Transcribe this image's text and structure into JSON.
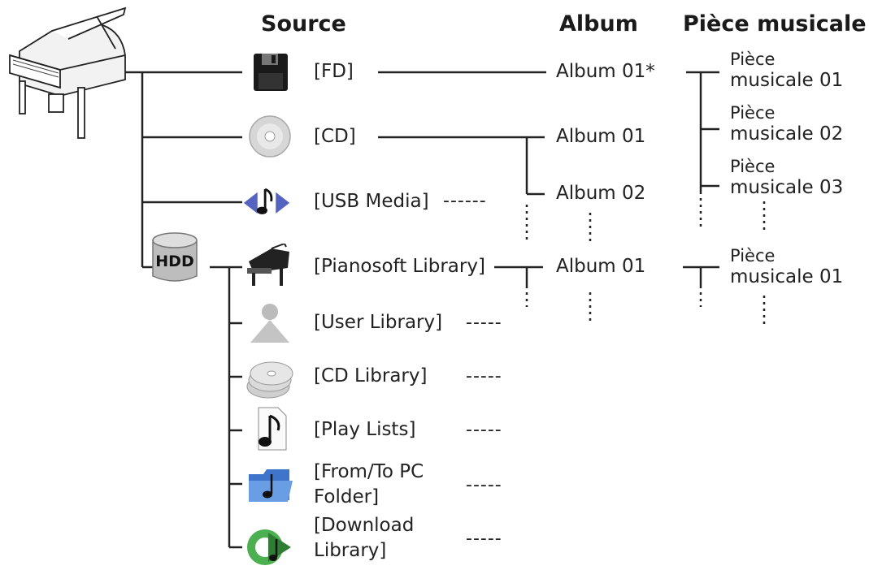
{
  "headers": {
    "source": "Source",
    "album": "Album",
    "piece": "Pièce musicale"
  },
  "hdd_label": "HDD",
  "sources": [
    {
      "label": "[FD]",
      "icon": "floppy-disk-icon"
    },
    {
      "label": "[CD]",
      "icon": "cd-icon"
    },
    {
      "label": "[USB Media]",
      "icon": "usb-media-icon"
    },
    {
      "label": "[Pianosoft Library]",
      "icon": "grand-piano-icon"
    },
    {
      "label": "[User Library]",
      "icon": "user-icon"
    },
    {
      "label": "[CD Library]",
      "icon": "cd-stack-icon"
    },
    {
      "label": "[Play Lists]",
      "icon": "music-note-page-icon"
    },
    {
      "label_line1": "[From/To PC",
      "label_line2": "Folder]",
      "icon": "folder-icon"
    },
    {
      "label_line1": "[Download",
      "label_line2": "Library]",
      "icon": "download-icon"
    }
  ],
  "albums": [
    "Album 01*",
    "Album 01",
    "Album 02",
    "Album 01"
  ],
  "pieces": [
    {
      "line1": "Pièce",
      "line2": "musicale 01"
    },
    {
      "line1": "Pièce",
      "line2": "musicale 02"
    },
    {
      "line1": "Pièce",
      "line2": "musicale 03"
    },
    {
      "line1": "Pièce",
      "line2": "musicale 01"
    }
  ],
  "dashes": "-----",
  "dashes_usb": "------",
  "ellipsis": "⋮"
}
